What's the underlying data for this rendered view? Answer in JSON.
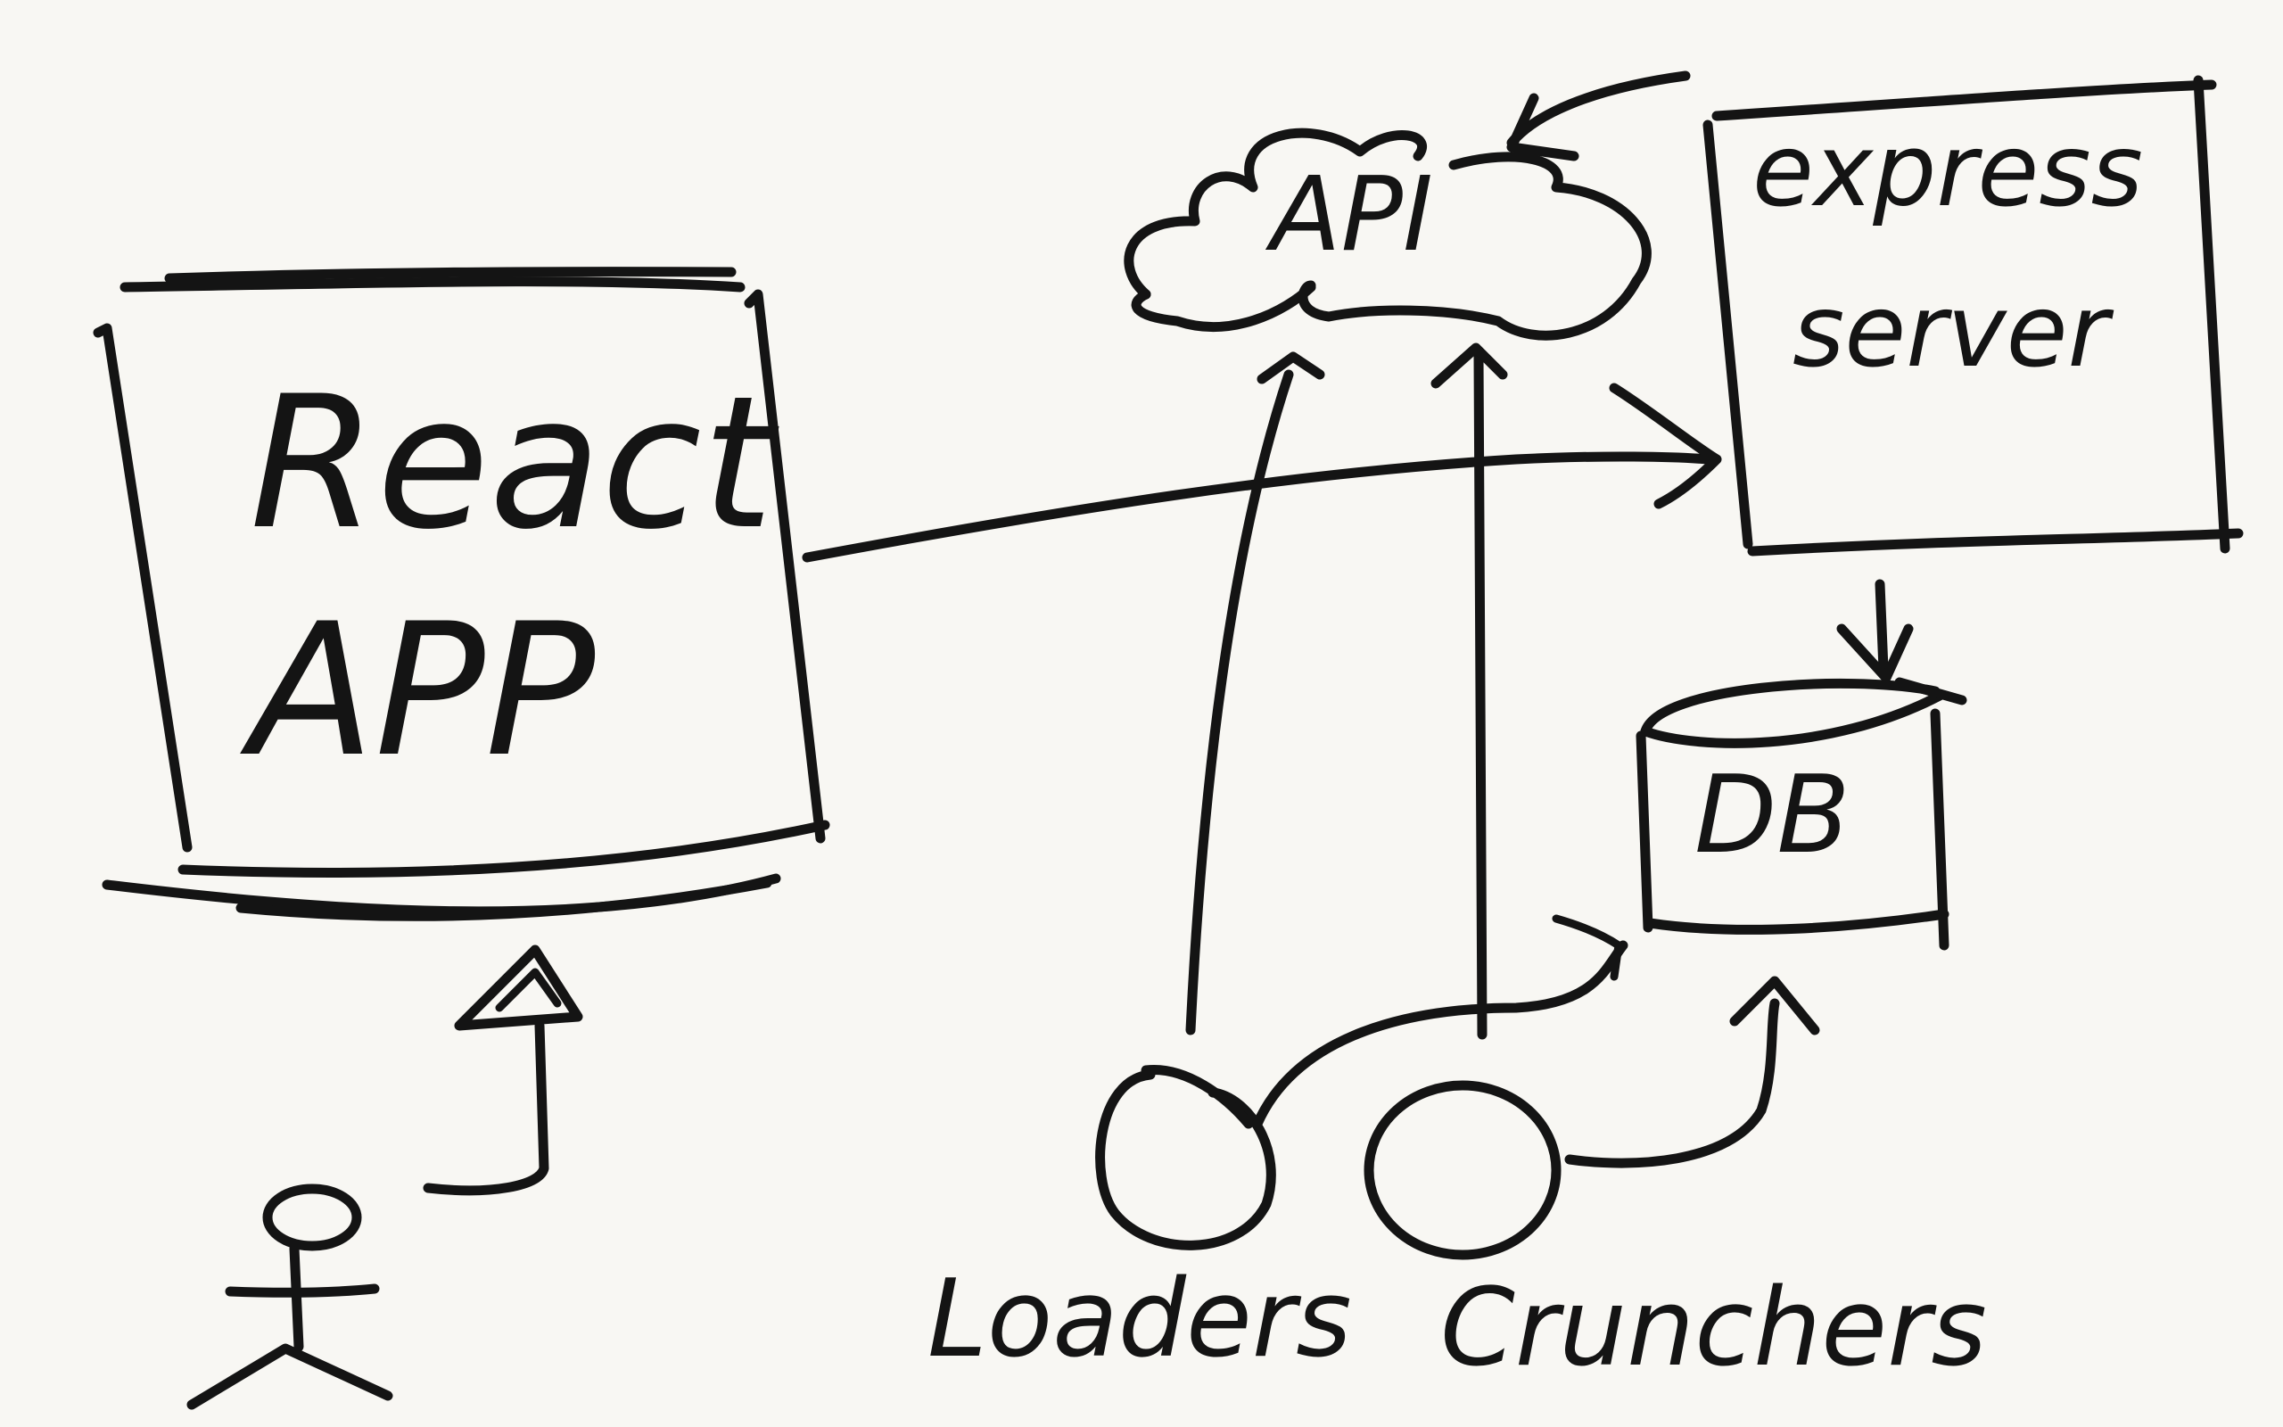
{
  "diagram": {
    "nodes": {
      "react_app": {
        "line1": "React",
        "line2": "APP"
      },
      "api": {
        "label": "API"
      },
      "express_server": {
        "line1": "express",
        "line2": "server"
      },
      "db": {
        "label": "DB"
      },
      "loaders": {
        "label": "Loaders"
      },
      "crunchers": {
        "label": "Crunchers"
      },
      "user": {
        "icon": "stick-figure-icon"
      }
    },
    "edges": [
      {
        "from": "user",
        "to": "react_app"
      },
      {
        "from": "react_app",
        "to": "express_server"
      },
      {
        "from": "express_server",
        "to": "api"
      },
      {
        "from": "express_server",
        "to": "db"
      },
      {
        "from": "loaders",
        "to": "api"
      },
      {
        "from": "crunchers",
        "to": "api"
      },
      {
        "from": "loaders",
        "to": "db"
      },
      {
        "from": "crunchers",
        "to": "db"
      }
    ],
    "colors": {
      "background": "#f8f7f3",
      "ink": "#141414"
    }
  }
}
